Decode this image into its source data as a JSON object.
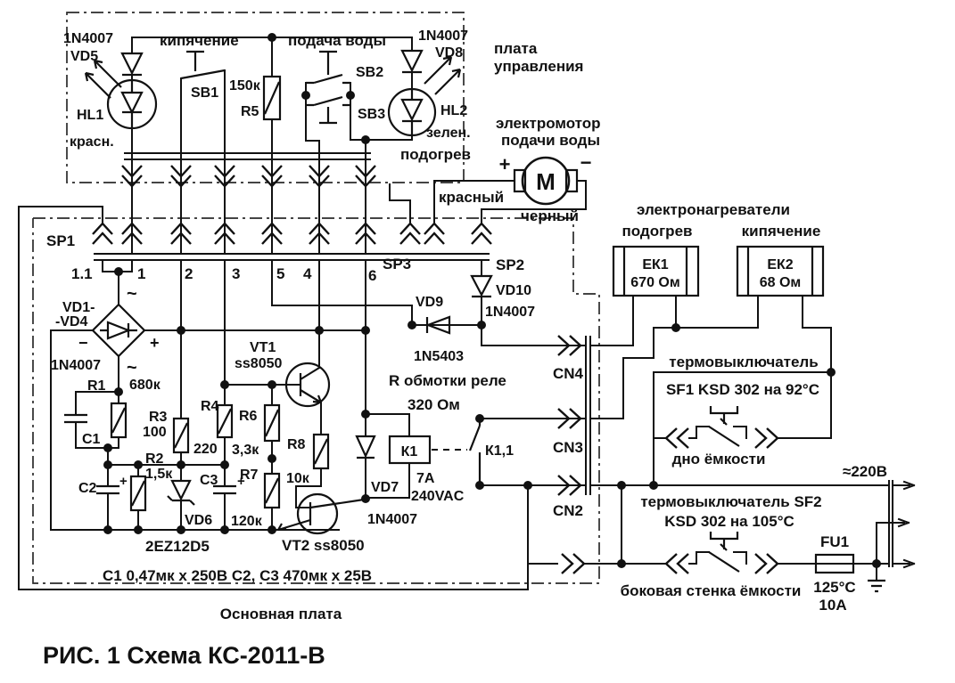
{
  "accent_color": "#111111",
  "cb": {
    "board_line1": "плата",
    "board_line2": "управления",
    "vd5_part": "1N4007",
    "vd5": "VD5",
    "hl1": "HL1",
    "hl1_color": "красн.",
    "sb1_caption": "кипячение",
    "sb1": "SB1",
    "r5_val": "150к",
    "r5": "R5",
    "sb23_caption": "подача воды",
    "sb2": "SB2",
    "sb3": "SB3",
    "vd8_part": "1N4007",
    "vd8": "VD8",
    "hl2": "HL2",
    "hl2_color": "зелен.",
    "hl2_mode": "подогрев"
  },
  "sp": {
    "sp1": "SP1",
    "sp3": "SP3",
    "sp2": "SP2",
    "p11": "1.1",
    "p1": "1",
    "p2": "2",
    "p3": "3",
    "p5": "5",
    "p4": "4",
    "p6": "6",
    "cn4": "CN4",
    "cn3": "CN3",
    "cn2": "CN2"
  },
  "motor": {
    "l1": "электромотор",
    "l2": "подачи воды",
    "sym": "М",
    "plus": "+",
    "minus": "−",
    "red": "красный",
    "black": "черный"
  },
  "ht": {
    "header": "электронагреватели",
    "cap1": "подогрев",
    "cap2": "кипячение",
    "ek1": "ЕК1",
    "ek1_val": "670 Ом",
    "ek2": "ЕК2",
    "ek2_val": "68 Ом"
  },
  "ps": {
    "vd14a": "VD1-",
    "vd14b": "-VD4",
    "part": "1N4007",
    "tilde1": "~",
    "tilde2": "~",
    "minus": "−",
    "plus": "+",
    "r1": "R1",
    "r1_val": "680к",
    "c1": "C1",
    "c2": "C2",
    "c2p": "+",
    "c3": "С3",
    "c3p": "+",
    "r2": "R2",
    "r2_val": "1,5к",
    "r3": "R3",
    "r3_val": "100",
    "r4": "R4",
    "r4_val": "220",
    "r6": "R6",
    "r6_val": "3,3к",
    "r7": "R7",
    "r7_val": "120к",
    "r8": "R8",
    "r8_val": "10к",
    "vd6": "VD6",
    "vd6_part": "2EZ12D5",
    "vt1": "VT1",
    "vt1_part": "ss8050",
    "vt2": "VT2 ss8050",
    "caps": "С1  0,47мк х 250В  С2, С3  470мк х 25В"
  },
  "rel": {
    "vd9": "VD9",
    "vd9_part": "1N5403",
    "vd10": "VD10",
    "vd10_part": "1N4007",
    "coil1": "R обмотки  реле",
    "coil2": "320 Ом",
    "vd7": "VD7",
    "vd7_part": "1N4007",
    "k1": "К1",
    "k1a": "7А",
    "k1v": "240VAC",
    "k11": "К1,1"
  },
  "th": {
    "t1": "термовыключатель",
    "sf1": "SF1  KSD 302  на 92°С",
    "loc1": "дно ёмкости",
    "t2": "термовыключатель SF2",
    "sf2": "KSD 302  на 105°С",
    "loc2": "боковая стенка ёмкости",
    "fu1": "FU1",
    "fu1t": "125°С",
    "fu1a": "10А",
    "mains": "≈220В"
  },
  "misc": {
    "board": "Основная плата",
    "title": "РИС. 1  Схема КС-2011-В"
  }
}
